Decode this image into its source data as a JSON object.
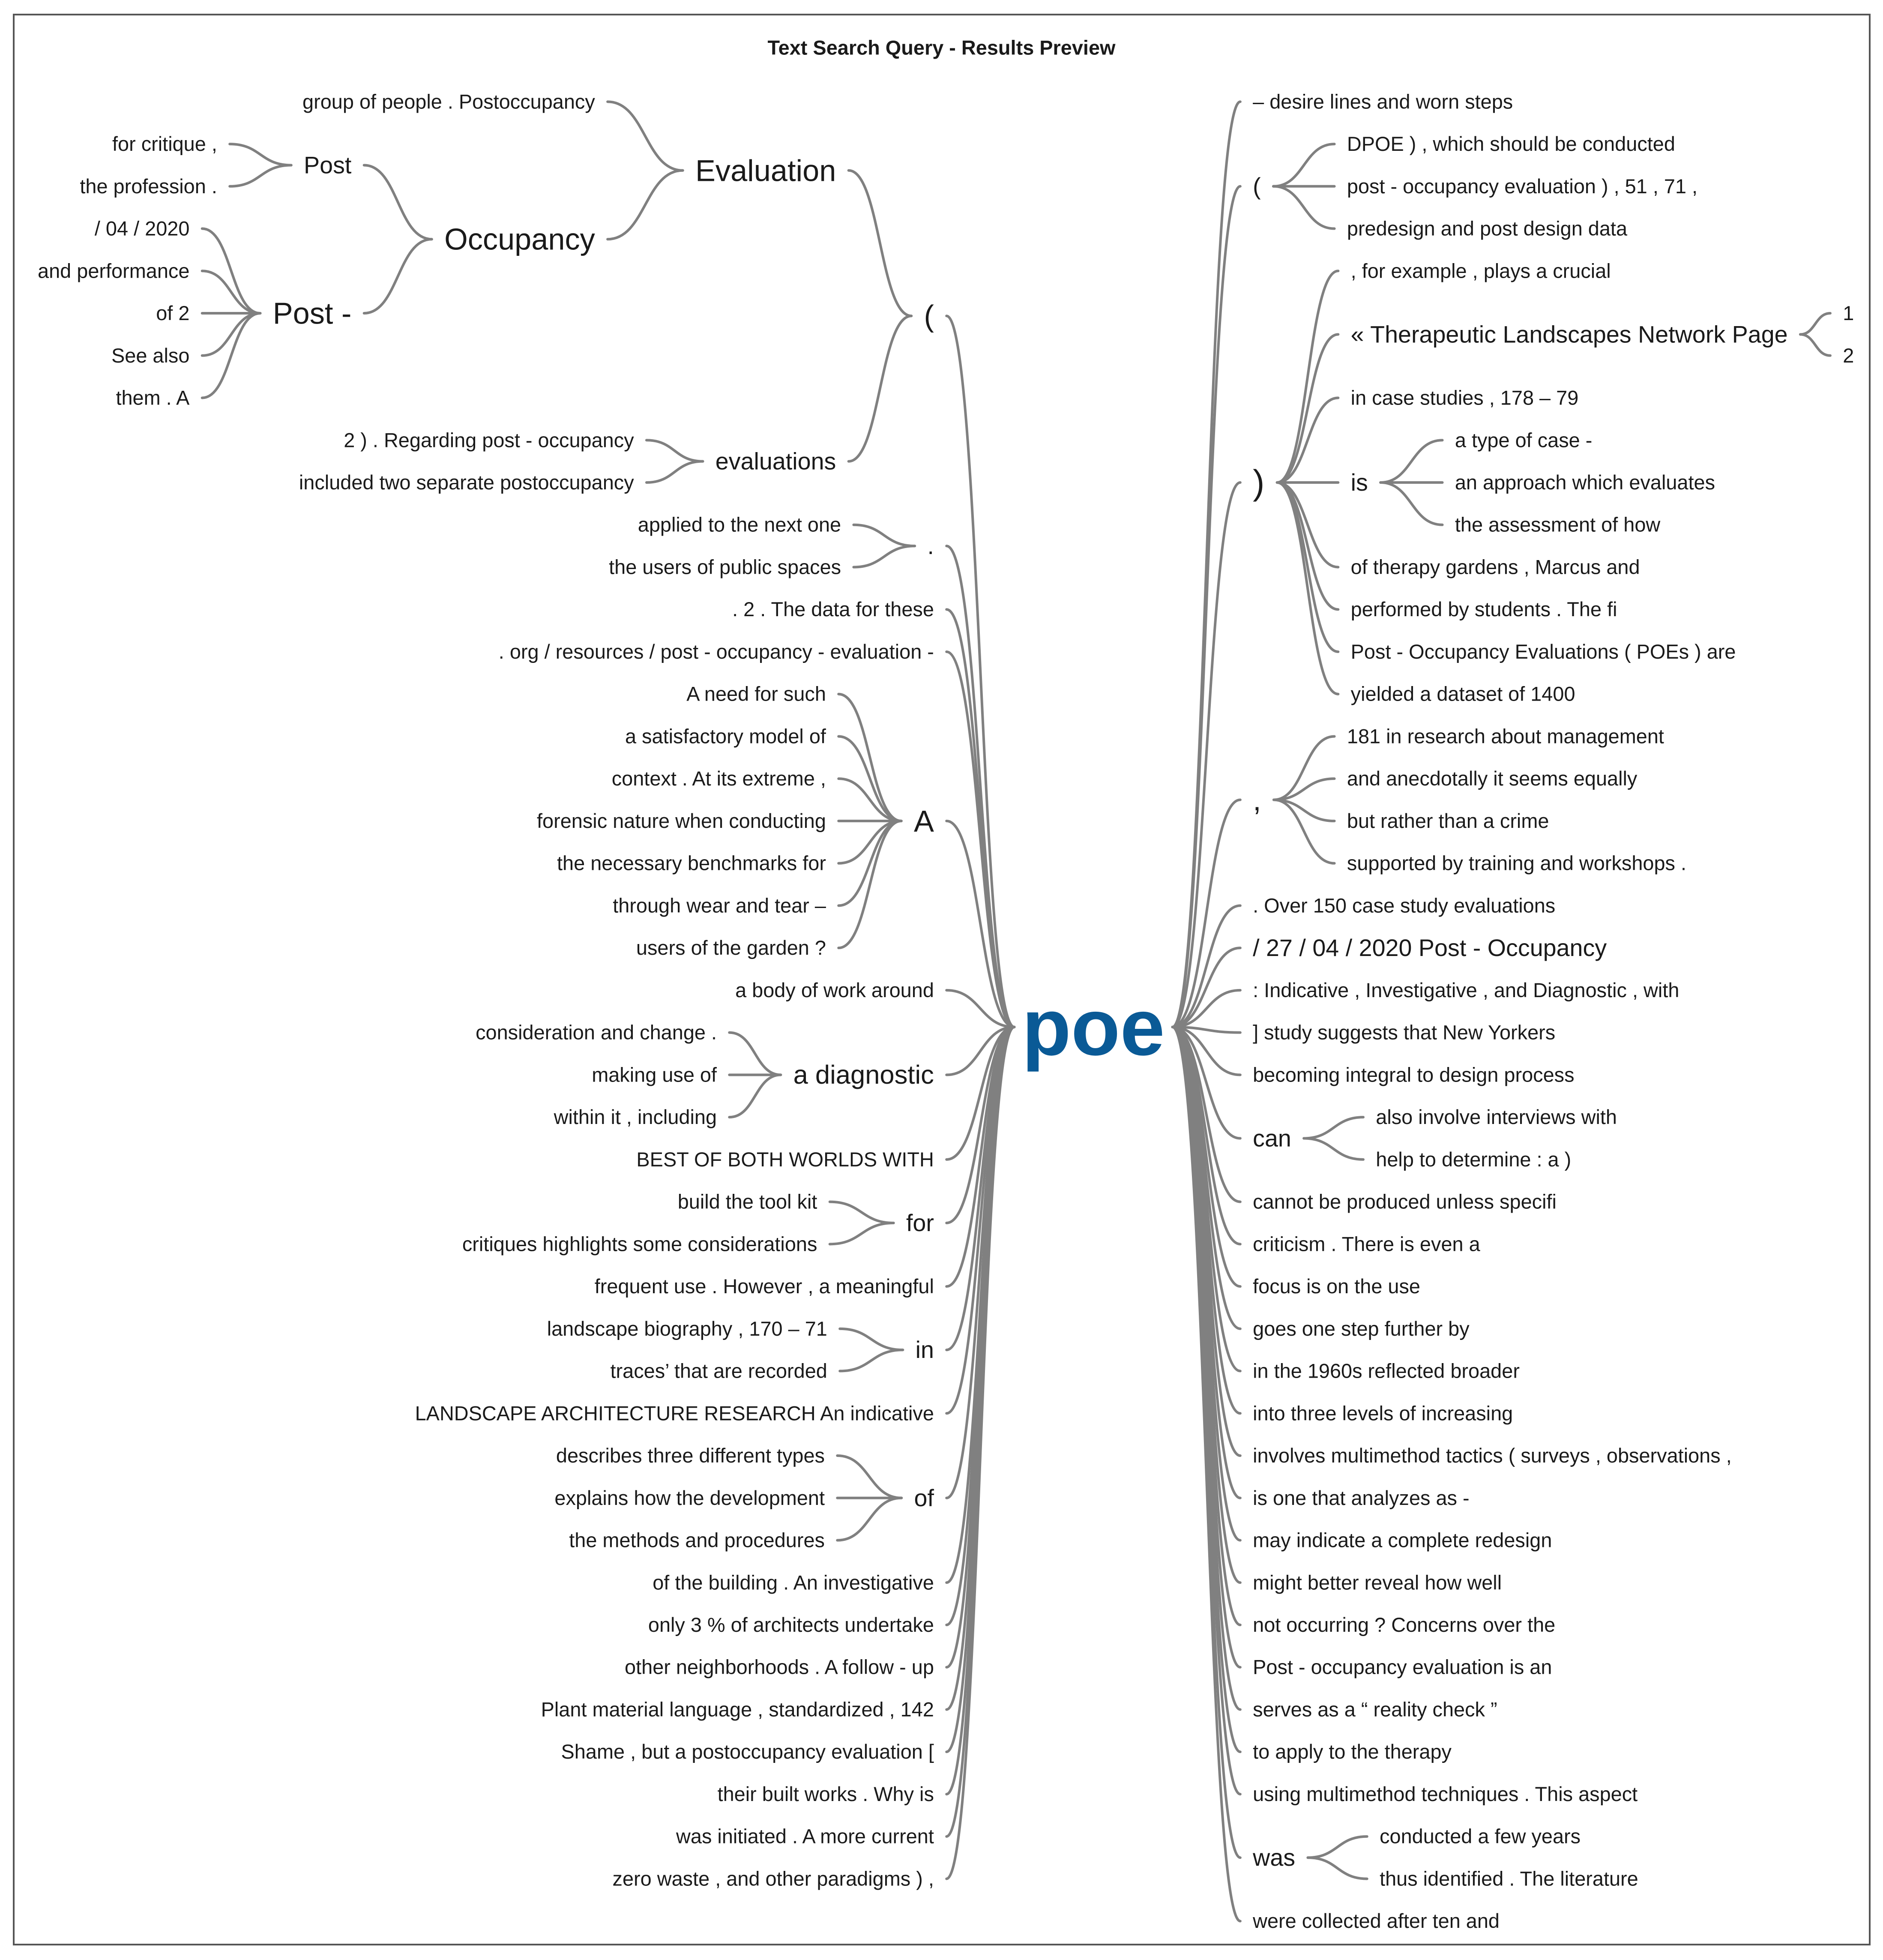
{
  "title": "Text Search Query - Results Preview",
  "root": {
    "label": "poe",
    "color": "#0a5a96"
  },
  "colors": {
    "text": "#1a1a1a",
    "branch": "#808080",
    "frame": "#555555"
  },
  "left_branches": [
    {
      "label": "(",
      "children": [
        {
          "label": "Evaluation",
          "children": [
            {
              "label": "group of people . Postoccupancy"
            },
            {
              "label": "Occupancy",
              "children": [
                {
                  "label": "Post",
                  "children": [
                    {
                      "label": "for critique ,"
                    },
                    {
                      "label": "the profession ."
                    }
                  ]
                },
                {
                  "label": "Post -",
                  "children": [
                    {
                      "label": "/ 04 / 2020"
                    },
                    {
                      "label": "and performance"
                    },
                    {
                      "label": "of 2"
                    },
                    {
                      "label": "See also"
                    },
                    {
                      "label": "them . A"
                    }
                  ]
                }
              ]
            }
          ]
        },
        {
          "label": "evaluations",
          "children": [
            {
              "label": "2 ) . Regarding post - occupancy"
            },
            {
              "label": "included two separate postoccupancy"
            }
          ]
        }
      ]
    },
    {
      "label": ".",
      "children": [
        {
          "label": "applied to the next one"
        },
        {
          "label": "the users of public spaces"
        }
      ]
    },
    {
      "label": ". 2 . The data for these"
    },
    {
      "label": ". org / resources / post - occupancy - evaluation -"
    },
    {
      "label": "A",
      "children": [
        {
          "label": "A need for such"
        },
        {
          "label": "a satisfactory model of"
        },
        {
          "label": "context . At its extreme ,"
        },
        {
          "label": "forensic nature when conducting"
        },
        {
          "label": "the necessary benchmarks for"
        },
        {
          "label": "through wear and tear –"
        },
        {
          "label": "users of the garden ?"
        }
      ]
    },
    {
      "label": "a body of work around"
    },
    {
      "label": "a diagnostic",
      "children": [
        {
          "label": "consideration and change ."
        },
        {
          "label": "making use of"
        },
        {
          "label": "within it , including"
        }
      ]
    },
    {
      "label": "BEST OF BOTH WORLDS WITH"
    },
    {
      "label": "for",
      "children": [
        {
          "label": "build the tool kit"
        },
        {
          "label": "critiques highlights some considerations"
        }
      ]
    },
    {
      "label": "frequent use . However , a meaningful"
    },
    {
      "label": "in",
      "children": [
        {
          "label": "landscape biography , 170 – 71"
        },
        {
          "label": "traces’ that are recorded"
        }
      ]
    },
    {
      "label": "LANDSCAPE ARCHITECTURE RESEARCH An indicative"
    },
    {
      "label": "of",
      "children": [
        {
          "label": "describes three different types"
        },
        {
          "label": "explains how the development"
        },
        {
          "label": "the methods and procedures"
        }
      ]
    },
    {
      "label": "of the building . An investigative"
    },
    {
      "label": "only 3 % of architects undertake"
    },
    {
      "label": "other neighborhoods . A follow - up"
    },
    {
      "label": "Plant material language , standardized , 142"
    },
    {
      "label": "Shame , but a postoccupancy evaluation ["
    },
    {
      "label": "their built works . Why is"
    },
    {
      "label": "was initiated . A more current"
    },
    {
      "label": "zero waste , and other paradigms ) ,"
    }
  ],
  "right_branches": [
    {
      "label": "– desire lines and worn steps"
    },
    {
      "label": "(",
      "children": [
        {
          "label": "DPOE ) , which should be conducted"
        },
        {
          "label": "post - occupancy evaluation ) , 51 , 71 ,"
        },
        {
          "label": "predesign and post design data"
        }
      ]
    },
    {
      "label": ")",
      "children": [
        {
          "label": ", for example , plays a crucial"
        },
        {
          "label": "« Therapeutic Landscapes Network Page",
          "children": [
            {
              "label": "1"
            },
            {
              "label": "2"
            }
          ]
        },
        {
          "label": "in case studies , 178 – 79"
        },
        {
          "label": "is",
          "children": [
            {
              "label": "a type of case -"
            },
            {
              "label": "an approach which evaluates"
            },
            {
              "label": "the assessment of how"
            }
          ]
        },
        {
          "label": "of therapy gardens , Marcus and"
        },
        {
          "label": "performed by students . The fi"
        },
        {
          "label": "Post - Occupancy Evaluations ( POEs ) are"
        },
        {
          "label": "yielded a dataset of 1400"
        }
      ]
    },
    {
      "label": ",",
      "children": [
        {
          "label": "181 in research about management"
        },
        {
          "label": "and anecdotally it seems equally"
        },
        {
          "label": "but rather than a crime"
        },
        {
          "label": "supported by training and workshops ."
        }
      ]
    },
    {
      "label": ". Over 150 case study evaluations"
    },
    {
      "label": "/ 27 / 04 / 2020 Post - Occupancy"
    },
    {
      "label": ": Indicative , Investigative , and Diagnostic , with"
    },
    {
      "label": "] study suggests that New Yorkers"
    },
    {
      "label": "becoming integral to design process"
    },
    {
      "label": "can",
      "children": [
        {
          "label": "also involve interviews with"
        },
        {
          "label": "help to determine : a )"
        }
      ]
    },
    {
      "label": "cannot be produced unless specifi"
    },
    {
      "label": "criticism . There is even a"
    },
    {
      "label": "focus is on the use"
    },
    {
      "label": "goes one step further by"
    },
    {
      "label": "in the 1960s reflected broader"
    },
    {
      "label": "into three levels of increasing"
    },
    {
      "label": "involves multimethod tactics ( surveys , observations ,"
    },
    {
      "label": "is one that analyzes as -"
    },
    {
      "label": "may indicate a complete redesign"
    },
    {
      "label": "might better reveal how well"
    },
    {
      "label": "not occurring ? Concerns over the"
    },
    {
      "label": "Post - occupancy evaluation is an"
    },
    {
      "label": "serves as a “ reality check ”"
    },
    {
      "label": "to apply to the therapy"
    },
    {
      "label": "using multimethod techniques . This aspect"
    },
    {
      "label": "was",
      "children": [
        {
          "label": "conducted a few years"
        },
        {
          "label": "thus identified . The literature"
        }
      ]
    },
    {
      "label": "were collected after ten and"
    }
  ]
}
